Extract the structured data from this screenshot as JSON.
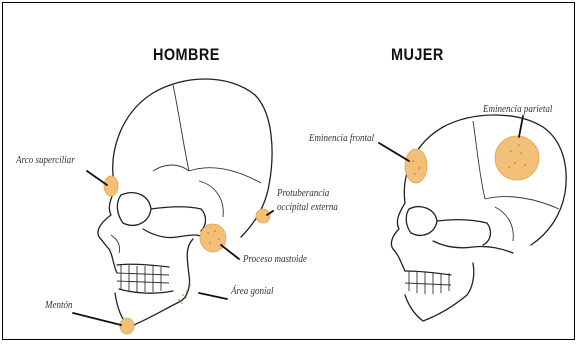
{
  "titles": {
    "male": "HOMBRE",
    "female": "MUJER"
  },
  "male_labels": {
    "arco": "Arco superciliar",
    "protuberancia_1": "Protuberancia",
    "protuberancia_2": "occipital externa",
    "mastoide": "Proceso mastoide",
    "gonial": "Área gonial",
    "menton": "Mentón"
  },
  "female_labels": {
    "frontal": "Eminencia frontal",
    "parietal": "Eminencia parietal"
  },
  "colors": {
    "highlight": "#f2c078",
    "line": "#111111"
  }
}
